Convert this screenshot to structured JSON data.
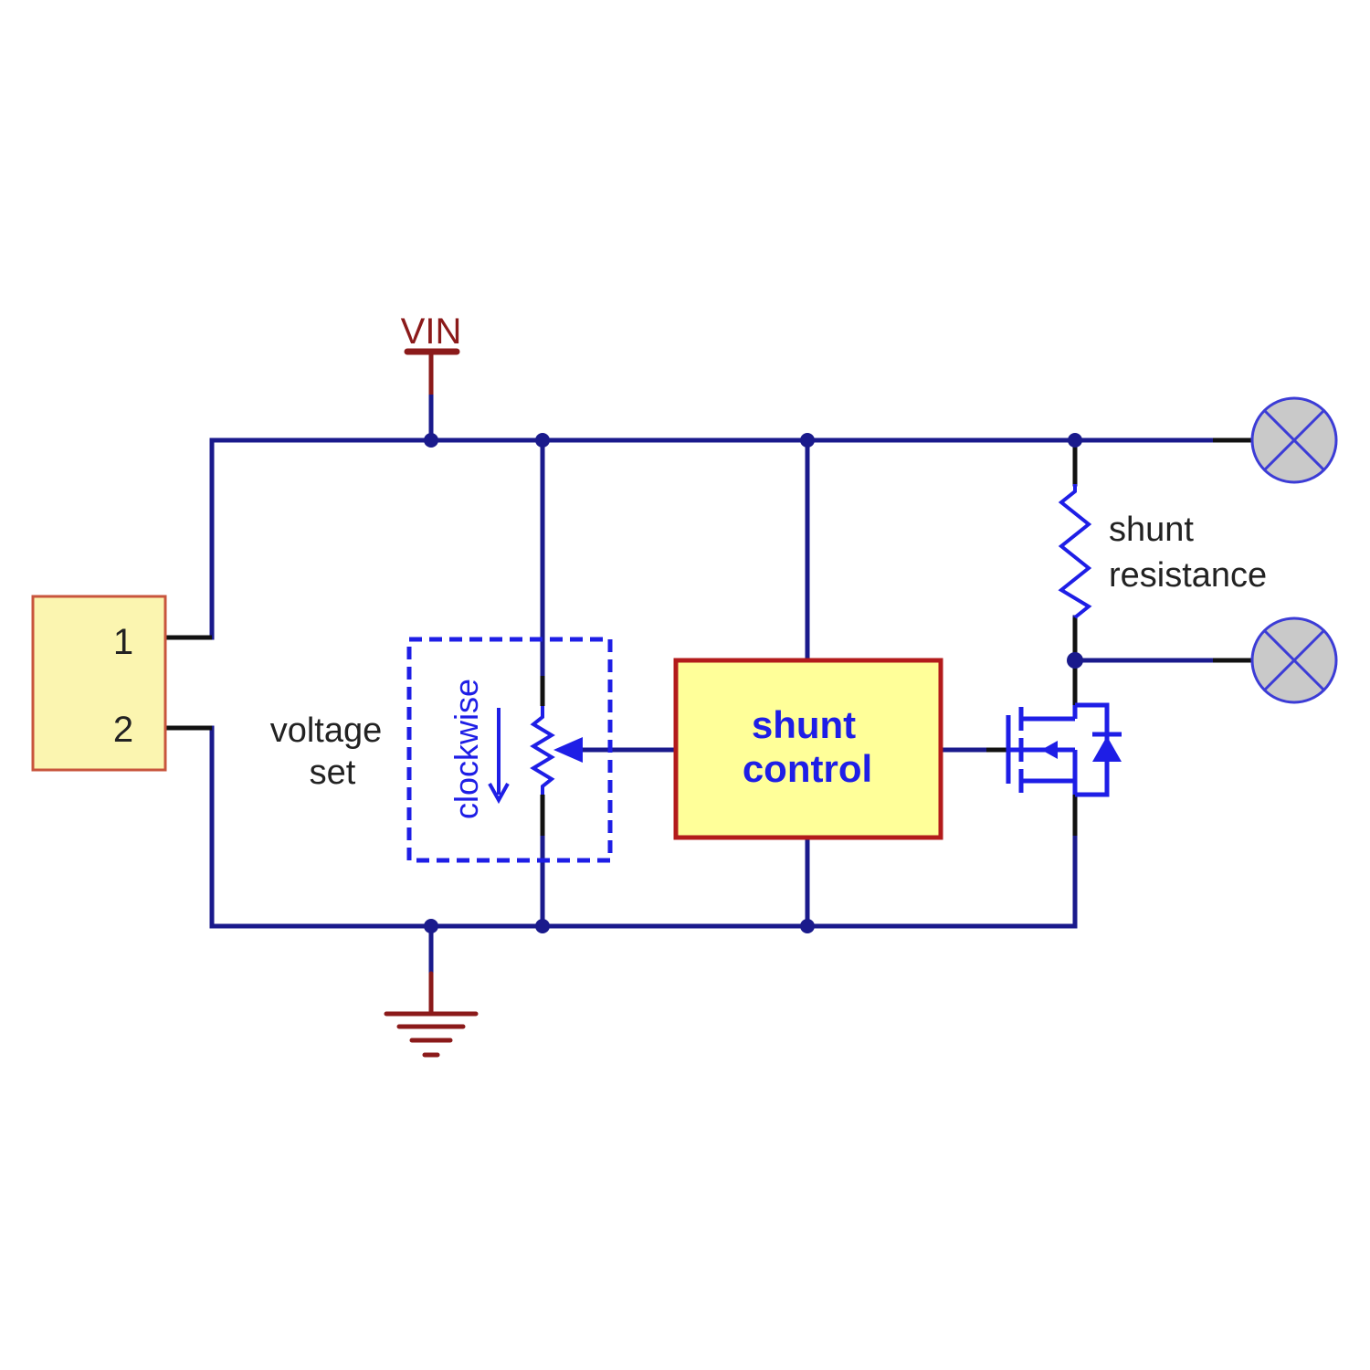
{
  "labels": {
    "power": "VIN",
    "connector_pin_1": "1",
    "connector_pin_2": "2",
    "voltage_set_line1": "voltage",
    "voltage_set_line2": "set",
    "clockwise": "clockwise",
    "shunt_control_line1": "shunt",
    "shunt_control_line2": "control",
    "shunt_resistance_line1": "shunt",
    "shunt_resistance_line2": "resistance"
  },
  "colors": {
    "wire": "#1a1a8c",
    "stub": "#111111",
    "power_symbol": "#8b1a1a",
    "component_blue": "#1e1ee6",
    "label_text": "#222222",
    "connector_fill": "#fbf5b0",
    "connector_border": "#c8553d",
    "block_fill": "#ffff99",
    "block_border": "#b31b1b",
    "lamp_fill": "#c9c9c9",
    "lamp_border": "#3c3cd6"
  }
}
